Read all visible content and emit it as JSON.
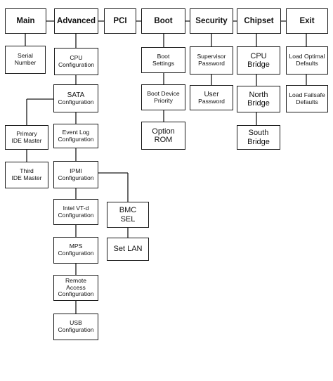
{
  "menu": {
    "main": {
      "label": "Main",
      "items": {
        "serial_number": [
          "Serial",
          "Number"
        ]
      }
    },
    "advanced": {
      "label": "Advanced",
      "items": {
        "cpu_configuration": [
          "CPU",
          "Configuration"
        ],
        "sata_configuration": [
          "SATA",
          "Configuration"
        ],
        "primary_ide_master": [
          "Primary",
          "IDE Master"
        ],
        "third_ide_master": [
          "Third",
          "IDE Master"
        ],
        "event_log_configuration": [
          "Event Log",
          "Configuration"
        ],
        "ipmi_configuration": [
          "IPMI",
          "Configuration"
        ],
        "bmc_sel": [
          "BMC",
          "SEL"
        ],
        "set_lan": [
          "Set LAN"
        ],
        "intel_vtd_configuration": [
          "Intel VT-d",
          "Configuration"
        ],
        "mps_configuration": [
          "MPS",
          "Configuration"
        ],
        "remote_access_configuration": [
          "Remote",
          "Access",
          "Configuration"
        ],
        "usb_configuration": [
          "USB",
          "Configuration"
        ]
      }
    },
    "pci": {
      "label": "PCI"
    },
    "boot": {
      "label": "Boot",
      "items": {
        "boot_settings": [
          "Boot",
          "Settings"
        ],
        "boot_device_priority": [
          "Boot Device",
          "Priority"
        ],
        "option_rom": [
          "Option",
          "ROM"
        ]
      }
    },
    "security": {
      "label": "Security",
      "items": {
        "supervisor_password": [
          "Supervisor",
          "Password"
        ],
        "user_password": [
          "User",
          "Password"
        ]
      }
    },
    "chipset": {
      "label": "Chipset",
      "items": {
        "cpu_bridge": [
          "CPU",
          "Bridge"
        ],
        "north_bridge": [
          "North",
          "Bridge"
        ],
        "south_bridge": [
          "South",
          "Bridge"
        ]
      }
    },
    "exit": {
      "label": "Exit",
      "items": {
        "load_optimal_defaults": [
          "Load Optimal",
          "Defaults"
        ],
        "load_failsafe_defaults": [
          "Load Failsafe",
          "Defaults"
        ]
      }
    }
  }
}
